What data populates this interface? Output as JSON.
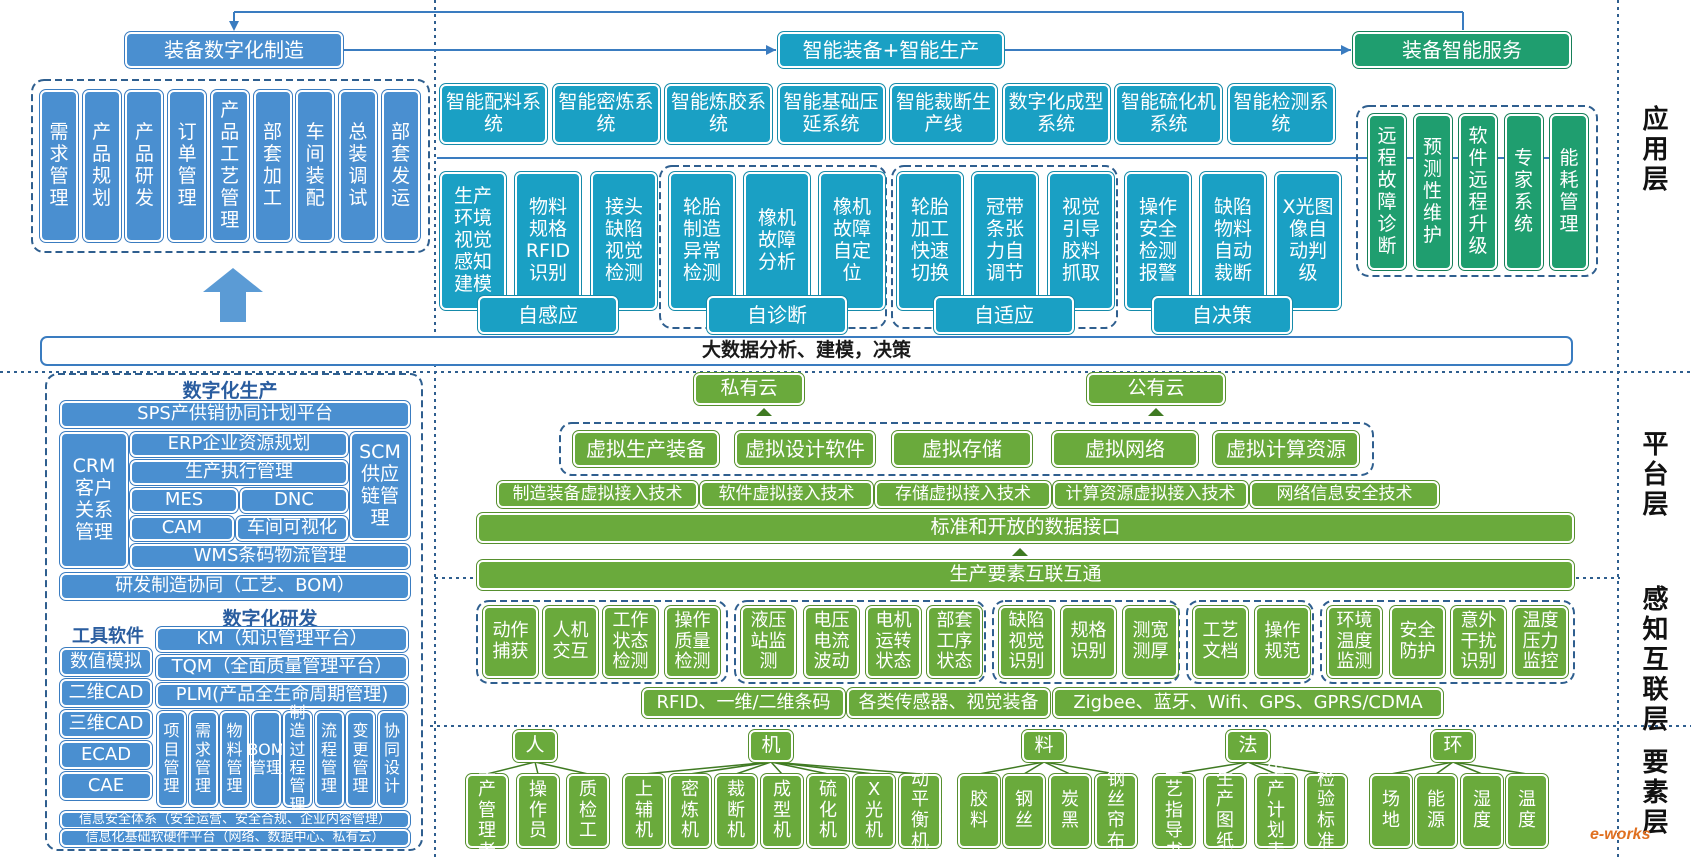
{
  "top": {
    "manufacturing": "装备数字化制造",
    "smart_production": "智能装备+智能生产",
    "smart_service": "装备智能服务"
  },
  "layers": {
    "application": "应用层",
    "platform": "平台层",
    "perception": "感知互联层",
    "elements": "要素层"
  },
  "left_app_items": [
    "需求管理",
    "产品规划",
    "产品研发",
    "订单管理",
    "产品工艺管理",
    "部套加工",
    "车间装配",
    "总装调试",
    "部套发运"
  ],
  "app_systems": [
    "智能配料系统",
    "智能密炼系统",
    "智能炼胶系统",
    "智能基础压延系统",
    "智能裁断生产线",
    "数字化成型系统",
    "智能硫化机系统",
    "智能检测系统"
  ],
  "app_functions": [
    "生产环境视觉感知建模",
    "物料规格RFID识别",
    "接头缺陷视觉检测",
    "轮胎制造异常检测",
    "橡机故障分析",
    "橡机故障自定位",
    "轮胎加工快速切换",
    "冠带条张力自调节",
    "视觉引导胶料抓取",
    "操作安全检测报警",
    "缺陷物料自动裁断",
    "X光图像自动判级"
  ],
  "app_groups": [
    "自感应",
    "自诊断",
    "自适应",
    "自决策"
  ],
  "services": [
    "远程故障诊断",
    "预测性维护",
    "软件远程升级",
    "专家系统",
    "能耗管理"
  ],
  "big_data": "大数据分析、建模，决策",
  "digital_production": {
    "title": "数字化生产",
    "sps": "SPS产供销协同计划平台",
    "crm": "CRM客户关系管理",
    "erp": "ERP企业资源规划",
    "mes_exec": "生产执行管理",
    "scm": "SCM供应链管理",
    "mes": "MES",
    "dnc": "DNC",
    "cam": "CAM",
    "workshop_vis": "车间可视化",
    "wms": "WMS条码物流管理",
    "rd_collab": "研发制造协同（工艺、BOM）"
  },
  "digital_rd": {
    "title": "数字化研发",
    "tools_title": "工具软件",
    "tools": [
      "数值模拟",
      "二维CAD",
      "三维CAD",
      "ECAD",
      "CAE"
    ],
    "km": "KM（知识管理平台）",
    "tqm": "TQM（全面质量管理平台）",
    "plm": "PLM(产品全生命周期管理)",
    "plm_items": [
      "项目管理",
      "需求管理",
      "物料管理",
      "BOM管理",
      "制造过程管理",
      "流程管理",
      "变更管理",
      "协同设计"
    ]
  },
  "security_line1": "信息安全体系（安全运营、安全合规、企业内容管理）",
  "security_line2": "信息化基础软硬件平台（网络、数据中心、私有云）",
  "clouds": [
    "私有云",
    "公有云"
  ],
  "virtual": [
    "虚拟生产装备",
    "虚拟设计软件",
    "虚拟存储",
    "虚拟网络",
    "虚拟计算资源"
  ],
  "access_tech": [
    "制造装备虚拟接入技术",
    "软件虚拟接入技术",
    "存储虚拟接入技术",
    "计算资源虚拟接入技术",
    "网络信息安全技术"
  ],
  "data_interface": "标准和开放的数据接口",
  "interconnect": "生产要素互联互通",
  "sensing": [
    "动作捕获",
    "人机交互",
    "工作状态检测",
    "操作质量检测",
    "液压站监测",
    "电压电流波动",
    "电机运转状态",
    "部套工序状态",
    "缺陷视觉识别",
    "规格识别",
    "测宽测厚",
    "工艺文档",
    "操作规范",
    "环境温度监测",
    "安全防护",
    "意外干扰识别",
    "温度压力监控"
  ],
  "comms": [
    "RFID、一维/二维条码",
    "各类传感器、视觉装备",
    "Zigbee、蓝牙、Wifi、GPS、GPRS/CDMA"
  ],
  "elements": [
    {
      "name": "人",
      "children": [
        "生产管理者",
        "操作员",
        "质检工"
      ]
    },
    {
      "name": "机",
      "children": [
        "上辅机",
        "密炼机",
        "裁断机",
        "成型机",
        "硫化机",
        "X光机",
        "动平衡机"
      ]
    },
    {
      "name": "料",
      "children": [
        "胶料",
        "钢丝",
        "炭黑",
        "钢丝帘布"
      ]
    },
    {
      "name": "法",
      "children": [
        "工艺指导书",
        "生产图纸",
        "生产计划表",
        "检验标准"
      ]
    },
    {
      "name": "环",
      "children": [
        "场地",
        "能源",
        "湿度",
        "温度"
      ]
    }
  ],
  "watermark": "e-works",
  "colors": {
    "blue": "#4a8fd0",
    "teal": "#1aa0c4",
    "dark_green": "#1f9e6f",
    "light_green": "#6aaa3c",
    "dash_border": "#2f5f8f"
  }
}
